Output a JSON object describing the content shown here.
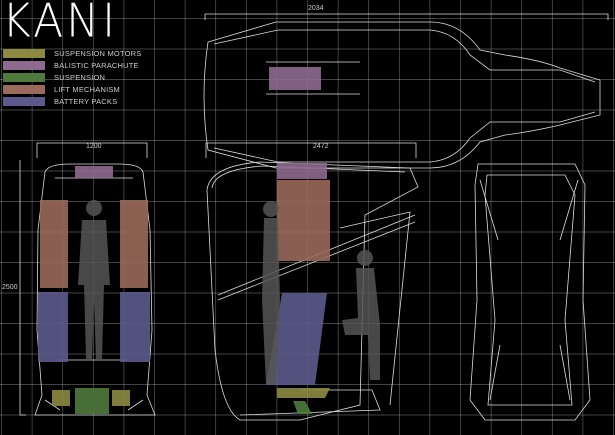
{
  "title": "KANI",
  "legend": [
    {
      "label": "SUSPENSION MOTORS",
      "color": "#8c8a42"
    },
    {
      "label": "BALISTIC PARACHUTE",
      "color": "#8e6a90"
    },
    {
      "label": "SUSPENSION",
      "color": "#4e7a3c"
    },
    {
      "label": "LIFT MECHANISM",
      "color": "#9a6a5a"
    },
    {
      "label": "BATTERY PACKS",
      "color": "#5c5a8c"
    }
  ],
  "dimensions": {
    "top_length": "2034",
    "front_width": "1200",
    "side_length": "2472",
    "height": "2500"
  }
}
